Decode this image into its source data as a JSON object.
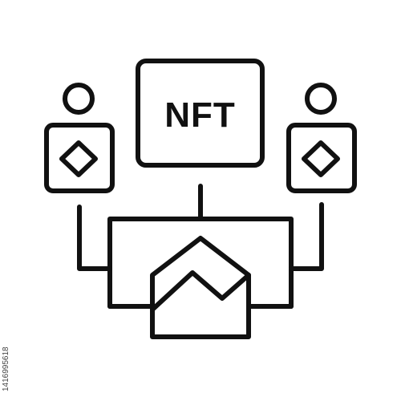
{
  "icon": {
    "nft_label": "NFT",
    "stock_id": "1416995618",
    "stroke_color": "#111111",
    "background_color": "#ffffff",
    "icons": [
      "user-icon-left",
      "user-icon-right",
      "nft-card-icon",
      "house-icon",
      "network-connector-icon"
    ]
  }
}
